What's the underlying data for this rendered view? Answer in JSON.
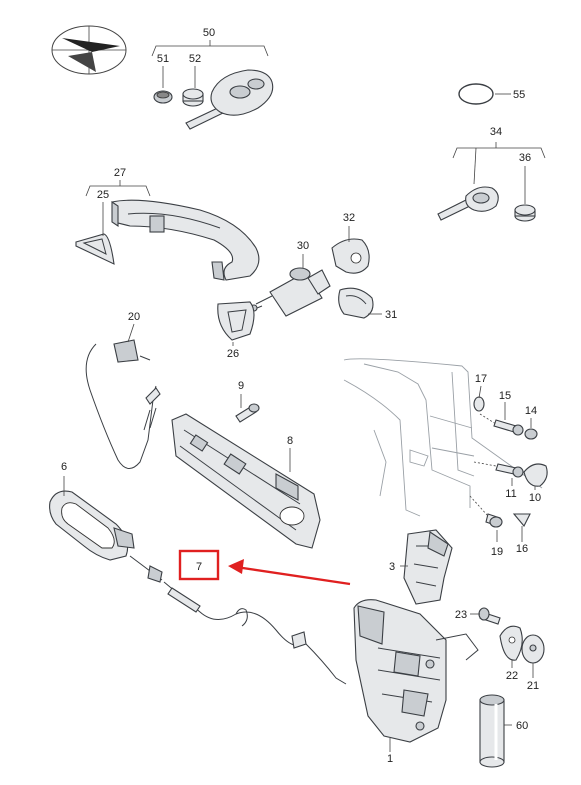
{
  "labels": {
    "p1": "1",
    "p3": "3",
    "p6": "6",
    "p7": "7",
    "p8": "8",
    "p9": "9",
    "p10": "10",
    "p11": "11",
    "p14": "14",
    "p15": "15",
    "p16": "16",
    "p17": "17",
    "p19": "19",
    "p20": "20",
    "p21": "21",
    "p22": "22",
    "p23": "23",
    "p25": "25",
    "p26": "26",
    "p27": "27",
    "p30": "30",
    "p31": "31",
    "p32": "32",
    "p34": "34",
    "p36": "36",
    "p50": "50",
    "p51": "51",
    "p52": "52",
    "p55": "55",
    "p60": "60"
  },
  "highlight": {
    "color": "#e02020",
    "target_label": "7"
  },
  "icons": {
    "logo": "direction-logo-icon"
  }
}
